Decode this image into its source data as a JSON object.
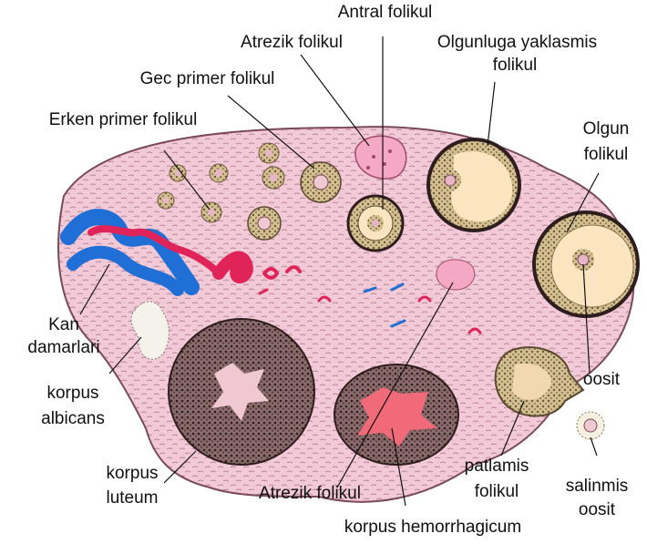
{
  "labels": {
    "antral_folikul": "Antral folikul",
    "atrezik_folikul_top": "Atrezik folikul",
    "olgunluga_line1": "Olgunluga yaklasmis",
    "olgunluga_line2": "folikul",
    "gec_primer_folikul": "Gec primer folikul",
    "erken_primer_folikul": "Erken primer folikul",
    "olgun_line1": "Olgun",
    "olgun_line2": "folikul",
    "kan_line1": "Kan",
    "kan_line2": "damarlari",
    "korpus_albicans_line1": "korpus",
    "korpus_albicans_line2": "albicans",
    "oosit": "oosit",
    "korpus_luteum_line1": "korpus",
    "korpus_luteum_line2": "luteum",
    "atrezik_folikul_bottom": "Atrezik folikul",
    "korpus_hemorrhagicum": "korpus hemorrhagicum",
    "patlamis_line1": "patlamis",
    "patlamis_line2": "folikul",
    "salinmis_line1": "salinmis",
    "salinmis_line2": "oosit"
  },
  "colors": {
    "stroma": "#f2c9d6",
    "cortex_edge": "#7a4a5a",
    "granulosa": "#c9b58a",
    "antrum": "#fbe5c0",
    "blood_blue": "#1f6fd6",
    "blood_red": "#e0245a",
    "luteum": "#6b4a4a",
    "hemorrhage": "#f06a7a",
    "albicans": "#f5f2ec"
  }
}
